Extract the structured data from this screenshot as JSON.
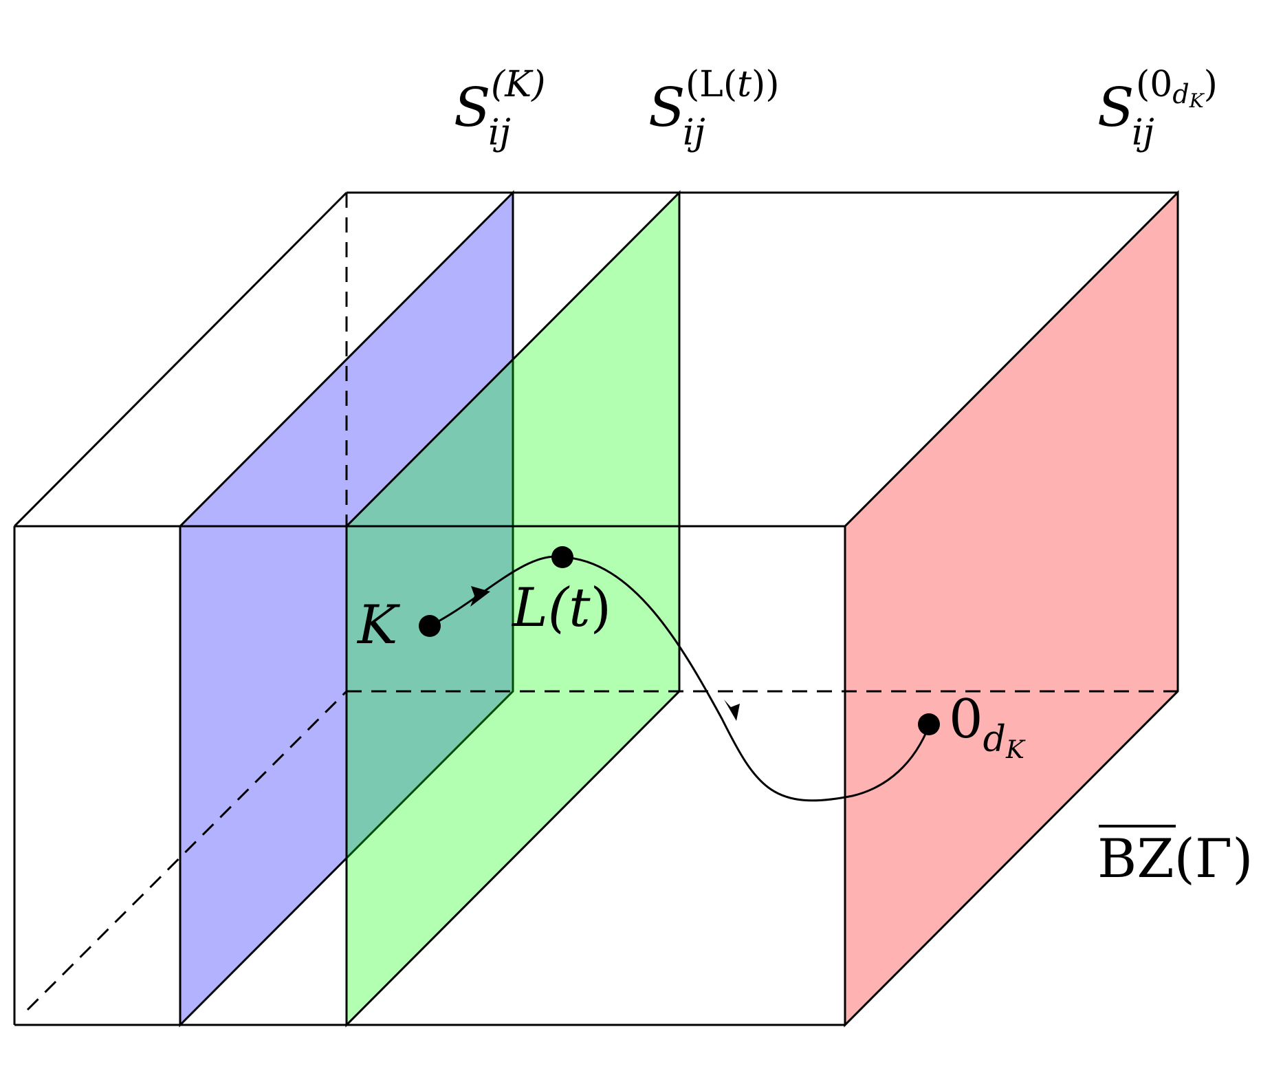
{
  "planes": [
    {
      "id": "S_K",
      "color": "#0000ff",
      "opacity": 0.3
    },
    {
      "id": "S_L",
      "color": "#00ff00",
      "opacity": 0.3
    },
    {
      "id": "S_0",
      "color": "#ff0000",
      "opacity": 0.3
    }
  ],
  "labels": {
    "s_k": {
      "base": "S",
      "sub": "ij",
      "sup": "(K)"
    },
    "s_l": {
      "base": "S",
      "sub": "ij",
      "sup_open": "(L(",
      "sup_t": "t",
      "sup_close": "))"
    },
    "s_0": {
      "base": "S",
      "sub": "ij",
      "sup_open": "(0",
      "sup_sub": "d",
      "sup_subsub": "K",
      "sup_close": ")"
    },
    "point_k": "K",
    "point_l": {
      "open": "L(",
      "t": "t",
      "close": ")"
    },
    "point_0": {
      "base": "0",
      "sub": "d",
      "subsub": "K"
    },
    "bz": {
      "overline": "BZ",
      "rest": "(Γ)"
    }
  }
}
